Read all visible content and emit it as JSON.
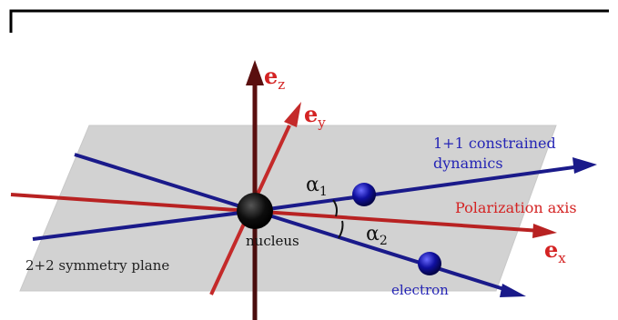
{
  "labels": {
    "ez": "e",
    "ez_sub": "z",
    "ey": "e",
    "ey_sub": "y",
    "ex": "e",
    "ex_sub": "x",
    "constrained_line1": "1+1 constrained",
    "constrained_line2": "dynamics",
    "alpha1": "α",
    "alpha1_sub": "1",
    "alpha2": "α",
    "alpha2_sub": "2",
    "polarization": "Polarization axis",
    "nucleus": "nucleus",
    "symmetry_plane": "2+2 symmetry plane",
    "electron": "electron"
  },
  "colors": {
    "dark_red": "#5a0f0f",
    "red": "#c42a2a",
    "label_red": "#d42323",
    "blue": "#1a1a8a",
    "label_blue": "#2525b5",
    "plane": "#d2d2d2",
    "text_dark": "#222222"
  }
}
